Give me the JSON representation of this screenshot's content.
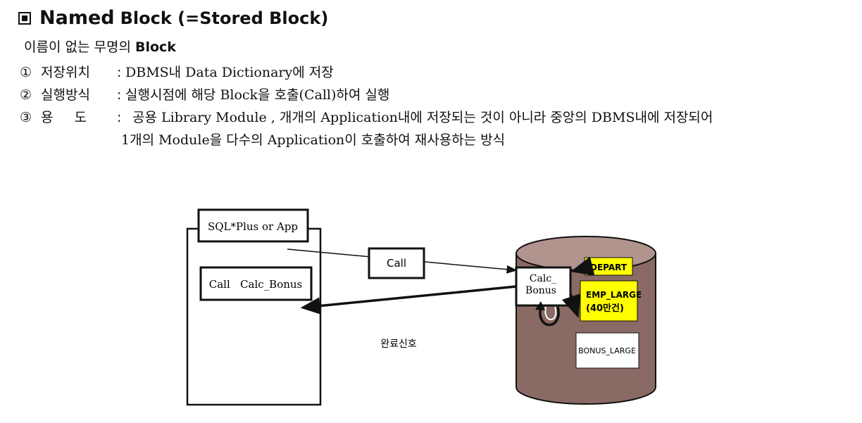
{
  "heading": {
    "icon": "square-bullet-icon",
    "title_big": "Named",
    "title_rest": "Block (=Stored Block)"
  },
  "subtitle": {
    "text": "이름이 없는 무명의",
    "bold": "Block"
  },
  "items": [
    {
      "num": "①",
      "label": "저장위치",
      "colon": ":",
      "text": "DBMS내 Data Dictionary에 저장"
    },
    {
      "num": "②",
      "label": "실행방식",
      "colon": ":",
      "text": "실행시점에 해당 Block을 호출(Call)하여 실행"
    },
    {
      "num": "③",
      "label": "용     도",
      "colon": ":",
      "text": "공용 Library Module , 개개의 Application내에 저장되는 것이 아니라 중앙의 DBMS내에 저장되어"
    }
  ],
  "continuation": "1개의 Module을 다수의 Application이 호출하여 재사용하는 방식",
  "diagram": {
    "app_label": "SQL*Plus or App",
    "call_stmt": "Call   Calc_Bonus",
    "call_box": "Call",
    "calc_line1": "Calc_",
    "calc_line2": "Bonus",
    "depart": "DEPART",
    "emp_line1": "EMP_LARGE",
    "emp_line2": "(40만건)",
    "bonus_table": "BONUS_LARGE",
    "completion": "완료신호",
    "colors": {
      "cylinder": "#8a6a64",
      "cylinder_top": "#b2948e",
      "highlight": "#ffff00"
    }
  }
}
